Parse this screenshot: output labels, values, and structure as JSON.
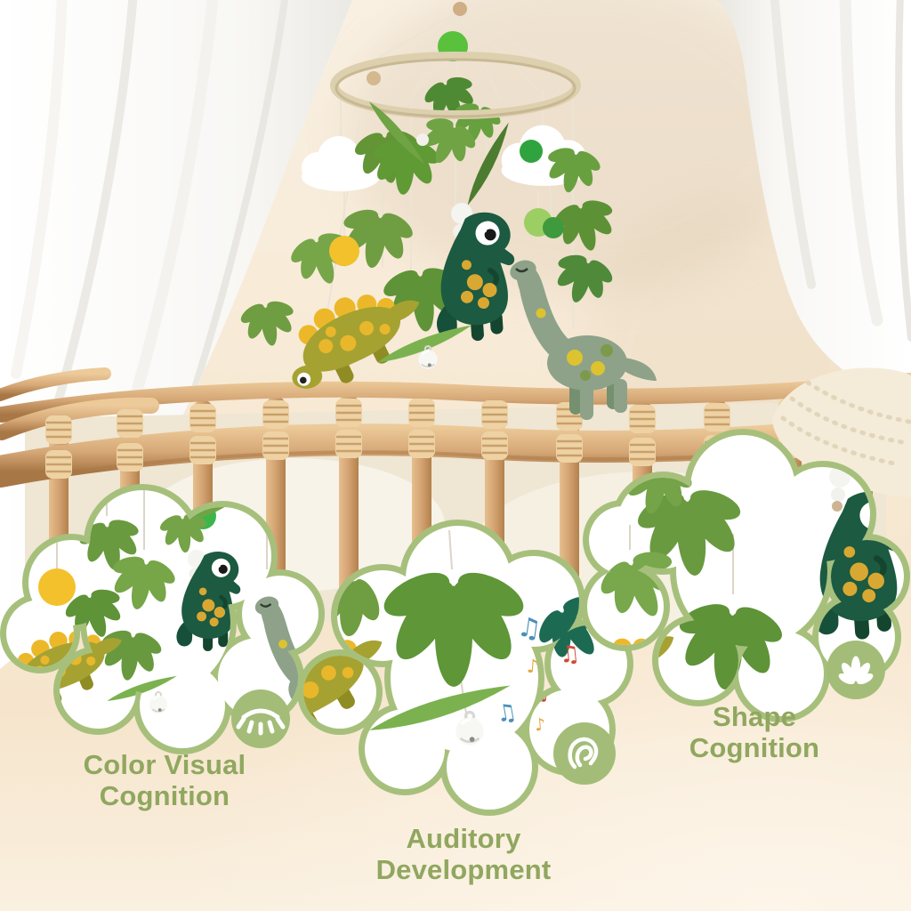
{
  "scene_title": "Dinosaur baby crib mobile product photo",
  "callouts": [
    {
      "label": "Color Visual Cognition",
      "icon": "closed-eye-icon"
    },
    {
      "label": "Auditory Development",
      "icon": "ear-icon"
    },
    {
      "label": "Shape Cognition",
      "icon": "leaf-icon"
    }
  ],
  "music_notes": [
    {
      "glyph": "♫",
      "color": "#4a90b8"
    },
    {
      "glyph": "♫",
      "color": "#cf4a35"
    },
    {
      "glyph": "♪",
      "color": "#e2a63d"
    },
    {
      "glyph": "♫",
      "color": "#4a90b8"
    },
    {
      "glyph": "♪",
      "color": "#cf4a35"
    },
    {
      "glyph": "♪",
      "color": "#e2a63d"
    }
  ],
  "colors": {
    "background_top": "#f9f0e2",
    "background_bottom": "#faf0e0",
    "accent_green": "#a6c07c",
    "caption_green": "#90a75f",
    "leaf_green": "#6a9a3f",
    "trex_green": "#1c5a41",
    "stego_olive": "#a5a232",
    "bronto_sage": "#8da289",
    "spot_yellow": "#e9b72b",
    "pompom_green": "#59c13c",
    "pompom_yellow": "#f2c12c",
    "wood": "#d7a974",
    "cloud_white": "#ffffff"
  }
}
